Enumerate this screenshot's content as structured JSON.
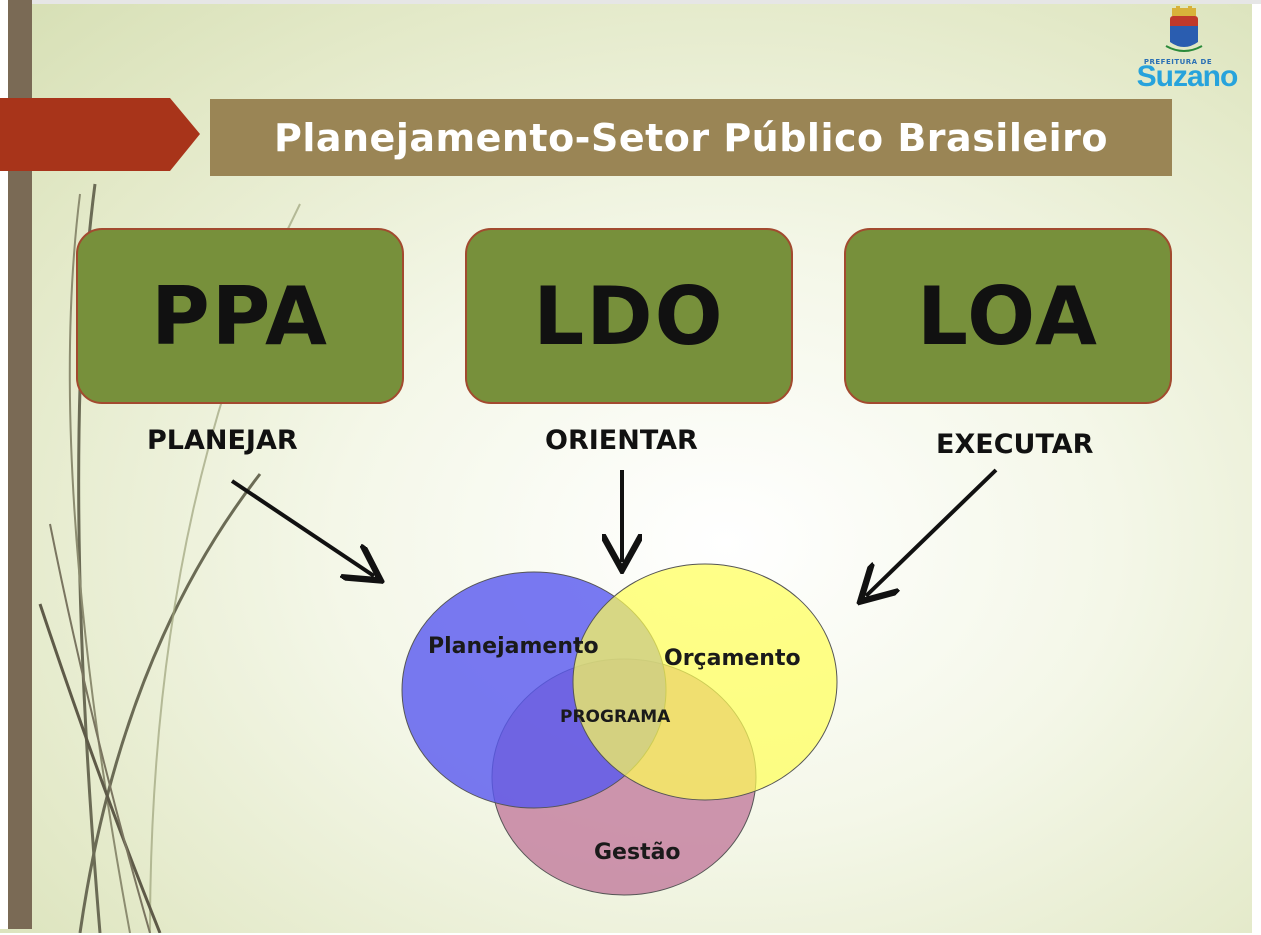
{
  "slide": {
    "title": "Planejamento-Setor Público Brasileiro",
    "logo": {
      "small_text": "PREFEITURA DE",
      "name": "Suzano"
    }
  },
  "cards": [
    {
      "label": "PPA",
      "verb": "PLANEJAR"
    },
    {
      "label": "LDO",
      "verb": "ORIENTAR"
    },
    {
      "label": "LOA",
      "verb": "EXECUTAR"
    }
  ],
  "venn": {
    "sets": [
      "Planejamento",
      "Orçamento",
      "Gestão"
    ],
    "center": "PROGRAMA"
  },
  "colors": {
    "card_fill": "#77903b",
    "card_border": "#a24a2f",
    "title_bg": "#9a8555",
    "ribbon": "#a8341a",
    "planejamento": "#6a6af5",
    "orcamento": "#ffff66",
    "gestao": "#c27a9c"
  }
}
